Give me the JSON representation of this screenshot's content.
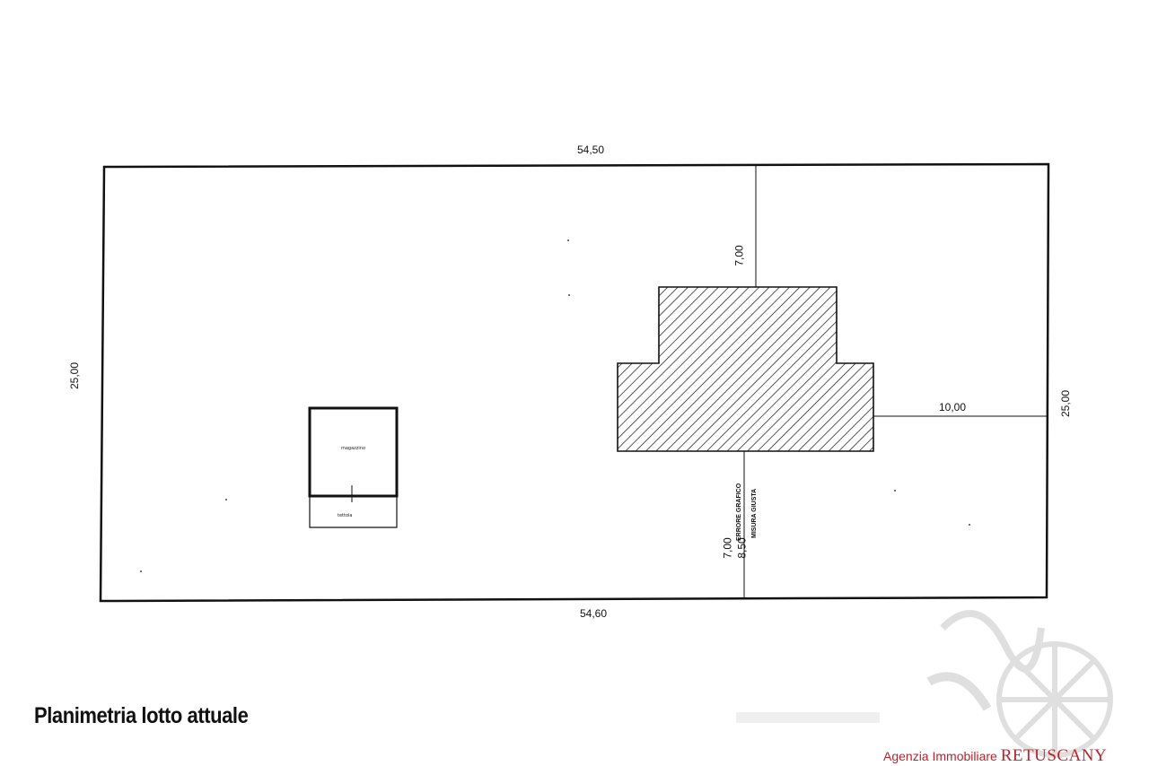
{
  "plan": {
    "top_width": "54,50",
    "bottom_width": "54,60",
    "left_height": "25,00",
    "right_height": "25,00",
    "building_setback_top": "7,00",
    "building_setback_right": "10,00",
    "building_setback_bottom_1": "7,00",
    "building_setback_bottom_2": "8,50",
    "note_error": "ERRORE GRAFICO",
    "note_correct": "MISURA GIUSTA",
    "shed_label": "magazzino",
    "shed_porch_label": "tettoia"
  },
  "caption": "Planimetria lotto attuale",
  "watermark": {
    "prefix": "Agenzia Immobiliare",
    "brand": "RETUSCANY",
    "color": "#b8242c"
  }
}
